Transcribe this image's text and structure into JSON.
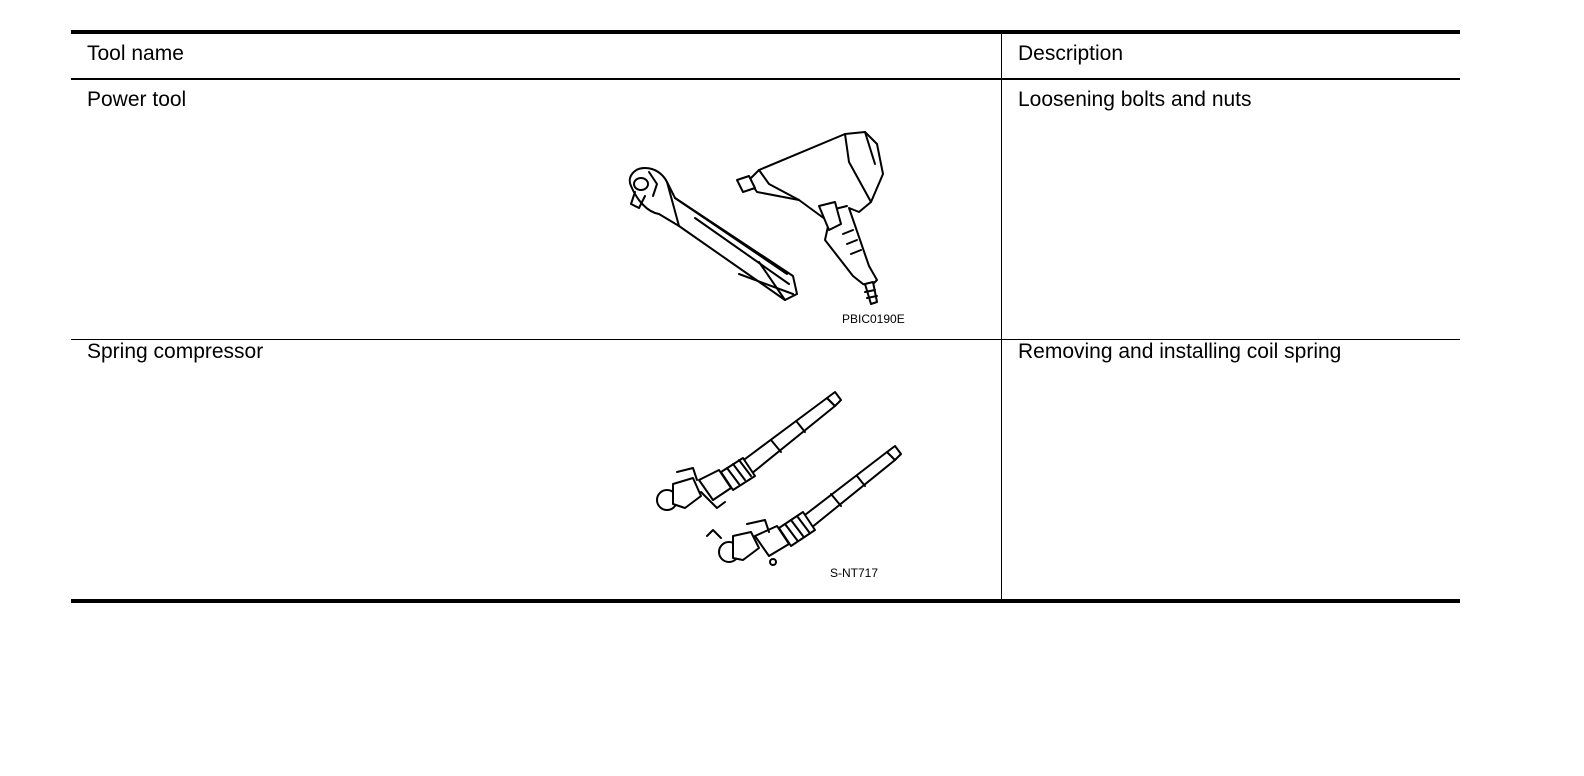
{
  "table": {
    "headers": {
      "tool_name": "Tool name",
      "description": "Description"
    },
    "rows": [
      {
        "tool_name": "Power tool",
        "description": "Loosening bolts and nuts",
        "figure_code": "PBIC0190E",
        "figure_icons": [
          "ratchet-wrench-icon",
          "impact-wrench-icon"
        ]
      },
      {
        "tool_name": "Spring compressor",
        "description": "Removing and installing coil spring",
        "figure_code": "S-NT717",
        "figure_icons": [
          "spring-compressor-icon"
        ]
      }
    ]
  }
}
